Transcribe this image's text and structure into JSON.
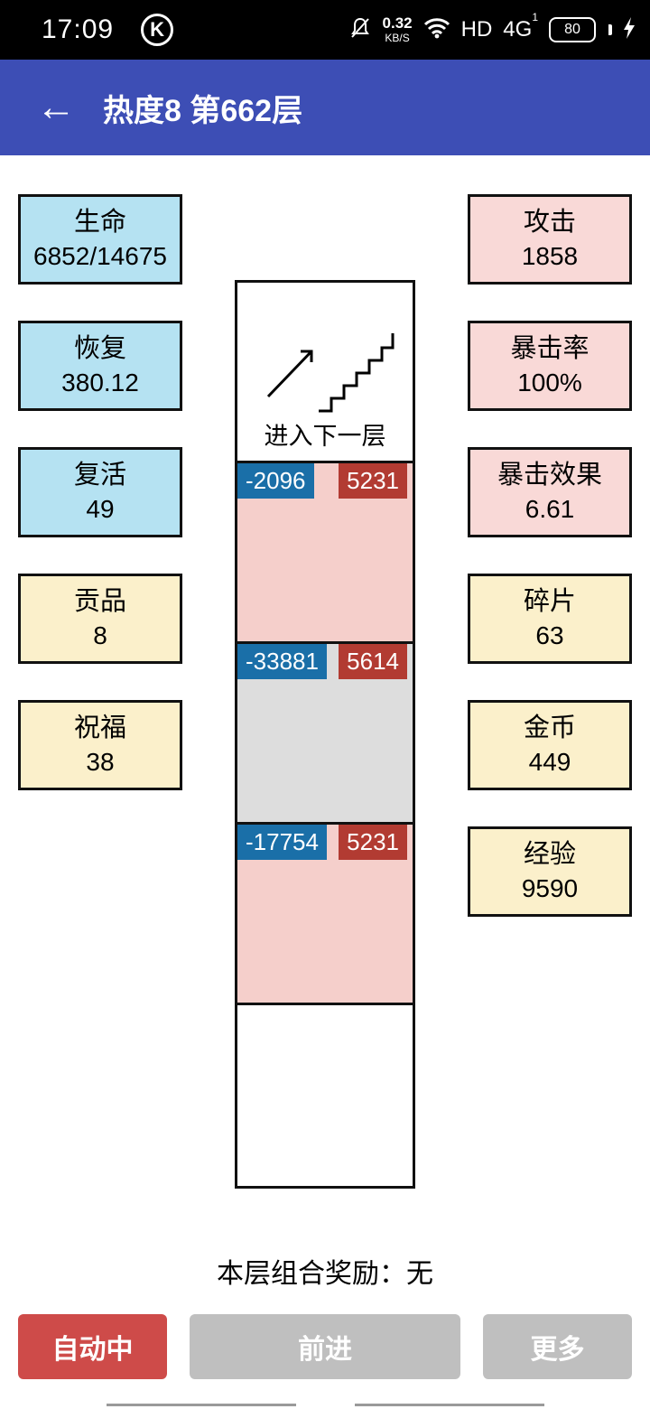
{
  "status_bar": {
    "time": "17:09",
    "k_badge": "K",
    "speed_value": "0.32",
    "speed_unit": "KB/S",
    "hd": "HD",
    "network": "4G",
    "sim_index": "1",
    "battery": "80"
  },
  "app_bar": {
    "back_icon": "←",
    "title": "热度8 第662层"
  },
  "stats_left": [
    {
      "label": "生命",
      "value": "6852/14675"
    },
    {
      "label": "恢复",
      "value": "380.12"
    },
    {
      "label": "复活",
      "value": "49"
    },
    {
      "label": "贡品",
      "value": "8"
    },
    {
      "label": "祝福",
      "value": "38"
    }
  ],
  "stats_right": [
    {
      "label": "攻击",
      "value": "1858"
    },
    {
      "label": "暴击率",
      "value": "100%"
    },
    {
      "label": "暴击效果",
      "value": "6.61"
    },
    {
      "label": "碎片",
      "value": "63"
    },
    {
      "label": "金币",
      "value": "449"
    },
    {
      "label": "经验",
      "value": "9590"
    }
  ],
  "tower": {
    "next_floor_label": "进入下一层",
    "cells": [
      {
        "damage": "-2096",
        "hp": "5231",
        "bg": "pink"
      },
      {
        "damage": "-33881",
        "hp": "5614",
        "bg": "gray"
      },
      {
        "damage": "-17754",
        "hp": "5231",
        "bg": "pink"
      },
      {
        "damage": "",
        "hp": "",
        "bg": "white"
      }
    ]
  },
  "footer": {
    "combo_reward": "本层组合奖励：无",
    "buttons": [
      {
        "label": "自动中"
      },
      {
        "label": "前进"
      },
      {
        "label": "更多"
      }
    ]
  },
  "colors": {
    "app_bar": "#3D4EB5",
    "stat_blue": "#B5E2F2",
    "stat_pink": "#F9D9D7",
    "stat_yellow": "#FBF0CB",
    "cell_pink": "#F5CFCB",
    "cell_gray": "#DDDDDD",
    "badge_blue": "#1A6FA8",
    "badge_red": "#B23B32",
    "button_red": "#CE4B49",
    "button_gray": "#BFBFBF"
  }
}
